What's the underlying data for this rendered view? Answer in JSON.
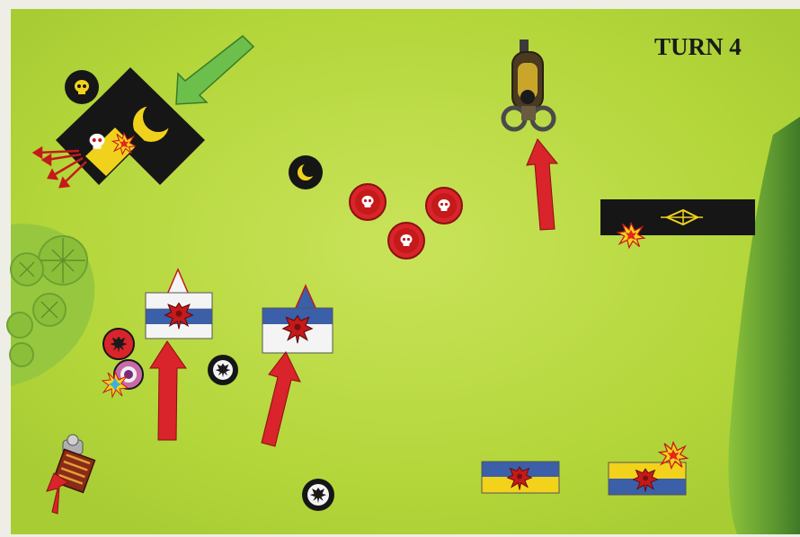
{
  "map": {
    "turn_label": "TURN 4",
    "colors": {
      "grass": "#b3d63a",
      "grass_light": "#c9e35a",
      "forest": "#7fb23a",
      "hill_edge": "#4e8a2e",
      "advance_arrow": "#d8242a",
      "enemy_arrow": "#6cbf4a",
      "banner_blue": "#3b5fa8",
      "banner_yellow": "#f2d21a",
      "banner_white": "#f4f4f4",
      "orc_black": "#161616",
      "orc_yellow": "#f0d21c",
      "skull_red": "#d8242a"
    },
    "units": [
      {
        "name": "orc-black-regiment",
        "faction": "orcs",
        "icon": "moon-icon"
      },
      {
        "name": "orc-warboss-marker",
        "faction": "orcs",
        "icon": "skull-icon"
      },
      {
        "name": "orc-shaman-marker",
        "faction": "orcs",
        "icon": "moon-icon"
      },
      {
        "name": "orc-archer-unit",
        "faction": "orcs",
        "icon": "bow-icon"
      },
      {
        "name": "skull-marker-1",
        "faction": "undead",
        "icon": "skull-icon"
      },
      {
        "name": "skull-marker-2",
        "faction": "undead",
        "icon": "skull-icon"
      },
      {
        "name": "skull-marker-3",
        "faction": "undead",
        "icon": "skull-icon"
      },
      {
        "name": "imperial-cannon",
        "faction": "empire",
        "icon": "cannon-icon"
      },
      {
        "name": "imperial-regiment-white-blue-1",
        "faction": "empire",
        "icon": "eagle-icon"
      },
      {
        "name": "imperial-regiment-white-blue-2",
        "faction": "empire",
        "icon": "eagle-icon"
      },
      {
        "name": "imperial-regiment-blue-yellow-1",
        "faction": "empire",
        "icon": "eagle-icon"
      },
      {
        "name": "imperial-regiment-blue-yellow-2",
        "faction": "empire",
        "icon": "eagle-icon"
      },
      {
        "name": "imperial-hero-eagle",
        "faction": "empire",
        "icon": "eagle-icon"
      },
      {
        "name": "imperial-general-eagle",
        "faction": "empire",
        "icon": "eagle-icon"
      },
      {
        "name": "imperial-hero-red",
        "faction": "empire",
        "icon": "eagle-icon"
      },
      {
        "name": "imperial-wizard",
        "faction": "empire",
        "icon": "magic-icon"
      },
      {
        "name": "imperial-rocket-battery",
        "faction": "empire",
        "icon": "rocket-icon"
      }
    ]
  }
}
